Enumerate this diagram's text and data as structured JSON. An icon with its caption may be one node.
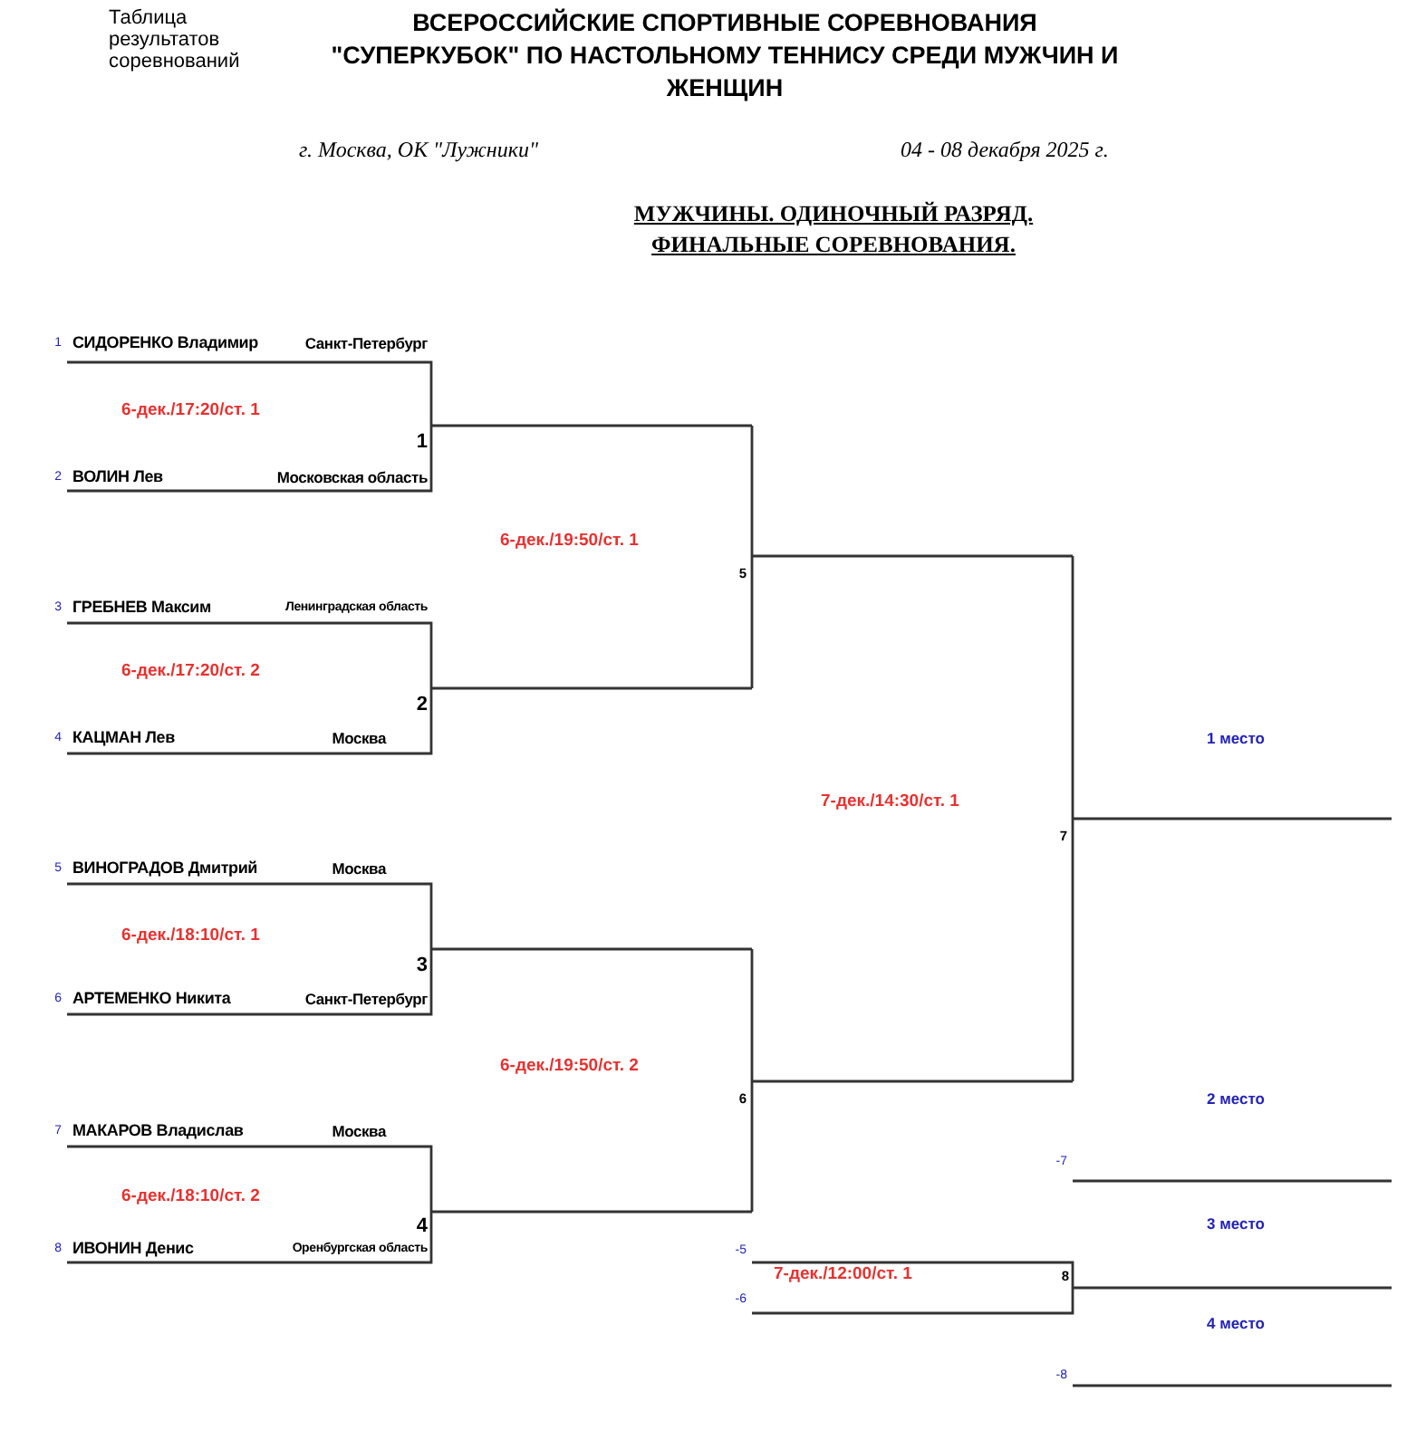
{
  "diagram": {
    "title": "ВСЕРОССИЙСКИЕ СПОРТИВНЫЕ СОРЕВНОВАНИЯ \"СУПЕРКУБОК\" ПО НАСТОЛЬНОМУ ТЕННИСУ СРЕДИ МУЖЧИН И ЖЕНЩИН",
    "labels": [
      "Таблица результатов соревнований",
      "г. Москва, ОК \"Лужники\"",
      "04 - 08 декабря 2025 г.",
      "МУЖЧИНЫ. ОДИНОЧНЫЙ РАЗРЯД. ФИНАЛЬНЫЕ СОРЕВНОВАНИЯ.",
      "1",
      "СИДОРЕНКО Владимир",
      "Санкт-Петербург",
      "6-дек./17:20/ст. 1",
      "1",
      "2",
      "ВОЛИН Лев",
      "Московская область",
      "6-дек./19:50/ст. 1",
      "5",
      "3",
      "ГРЕБНЕВ Максим",
      "Ленинградская область",
      "6-дек./17:20/ст. 2",
      "2",
      "4",
      "КАЦМАН Лев",
      "Москва",
      "1 место",
      "7-дек./14:30/ст. 1",
      "7",
      "5",
      "ВИНОГРАДОВ Дмитрий",
      "Москва",
      "6-дек./18:10/ст. 1",
      "3",
      "6",
      "АРТЕМЕНКО Никита",
      "Санкт-Петербург",
      "6-дек./19:50/ст. 2",
      "6",
      "2 место",
      "7",
      "МАКАРОВ Владислав",
      "Москва",
      "-7",
      "6-дек./18:10/ст. 2",
      "4",
      "3 место",
      "8",
      "ИВОНИН Денис",
      "Оренбургская область",
      "-5",
      "7-дек./12:00/ст. 1",
      "8",
      "-6",
      "4 место",
      "-8"
    ]
  }
}
